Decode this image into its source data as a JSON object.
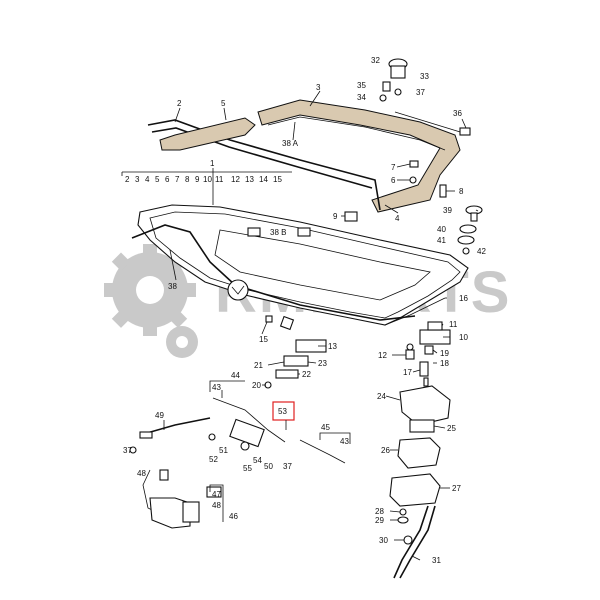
{
  "watermark": {
    "text": "RMPARTS",
    "color": "#c9c9c9"
  },
  "scale_row": [
    "2",
    "3",
    "4",
    "5",
    "6",
    "7",
    "8",
    "9",
    "10",
    "11",
    "12",
    "13",
    "14",
    "15"
  ],
  "callouts": {
    "c1": "1",
    "c2": "2",
    "c3": "3",
    "c4": "4",
    "c5": "5",
    "c6": "6",
    "c7": "7",
    "c8": "8",
    "c9": "9",
    "c10": "10",
    "c11": "11",
    "c12": "12",
    "c13": "13",
    "c15": "15",
    "c16": "16",
    "c17": "17",
    "c18": "18",
    "c19": "19",
    "c20": "20",
    "c21": "21",
    "c22": "22",
    "c23": "23",
    "c24": "24",
    "c25": "25",
    "c26": "26",
    "c27": "27",
    "c28": "28",
    "c29": "29",
    "c30": "30",
    "c31": "31",
    "c32": "32",
    "c33": "33",
    "c34": "34",
    "c35": "35",
    "c36": "36",
    "c37a": "37",
    "c37b": "37",
    "c37c": "37",
    "c38": "38",
    "c38a": "38 A",
    "c38b": "38 B",
    "c39": "39",
    "c40": "40",
    "c41": "41",
    "c42": "42",
    "c43a": "43",
    "c43b": "43",
    "c44": "44",
    "c45": "45",
    "c46": "46",
    "c47": "47",
    "c48a": "48",
    "c48b": "48",
    "c49": "49",
    "c50": "50",
    "c51": "51",
    "c52": "52",
    "c53": "53",
    "c54": "54",
    "c55": "55"
  }
}
